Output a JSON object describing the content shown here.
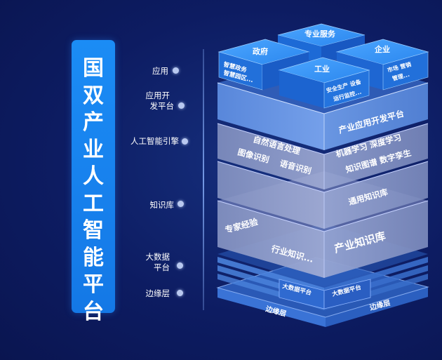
{
  "title": "国双产业人工智能平台",
  "layers": [
    {
      "label": "应用"
    },
    {
      "label_line1": "应用开",
      "label_line2": "发平台"
    },
    {
      "label": "人工智能引擎"
    },
    {
      "label": "知识库"
    },
    {
      "label_line1": "大数据",
      "label_line2": "平台"
    },
    {
      "label": "边缘层"
    }
  ],
  "app_blocks": {
    "government": {
      "name": "政府",
      "line1": "智慧政务",
      "line2": "智慧园区..."
    },
    "professional": {
      "name": "专业服务"
    },
    "enterprise": {
      "name": "企业",
      "line1": "市场 营销",
      "line2": "管理..."
    },
    "industry": {
      "name": "工业",
      "line1": "安全生产 设备",
      "line2": "运行监控..."
    }
  },
  "dev_platform": {
    "name": "产业应用开发平台"
  },
  "ai_engine": {
    "left_line1": "自然语言处理",
    "left_line2a": "图像识别",
    "left_line2b": "语音识别",
    "right_line1": "机器学习  深度学习",
    "right_line2": "知识图谱 数字孪生"
  },
  "knowledge": {
    "general": "通用知识库",
    "left_line1a": "专家经验",
    "left_line1b": "行业知识...",
    "industry": "产业知识库"
  },
  "bigdata": {
    "left": "大数据平台",
    "right": "大数据平台"
  },
  "edge": {
    "left": "边缘层",
    "right": "边缘层"
  }
}
